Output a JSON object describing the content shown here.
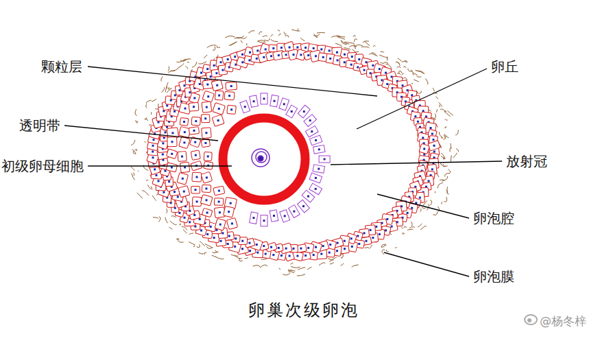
{
  "diagram": {
    "caption": "卵巢次级卵泡",
    "labels": [
      "颗粒层",
      "卵丘",
      "透明带",
      "初级卵母细胞",
      "放射冠",
      "卵泡腔",
      "卵泡膜",
      "@杨冬梓"
    ]
  }
}
